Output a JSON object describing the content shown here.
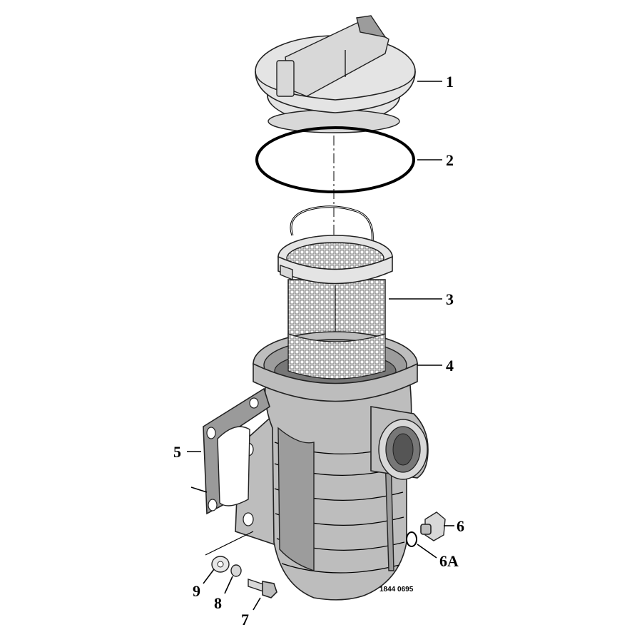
{
  "callouts": [
    {
      "id": "1",
      "label": "1"
    },
    {
      "id": "2",
      "label": "2"
    },
    {
      "id": "3",
      "label": "3"
    },
    {
      "id": "4",
      "label": "4"
    },
    {
      "id": "5",
      "label": "5"
    },
    {
      "id": "6",
      "label": "6"
    },
    {
      "id": "6A",
      "label": "6A"
    },
    {
      "id": "7",
      "label": "7"
    },
    {
      "id": "8",
      "label": "8"
    },
    {
      "id": "9",
      "label": "9"
    }
  ],
  "drawing_code": "1844 0695"
}
